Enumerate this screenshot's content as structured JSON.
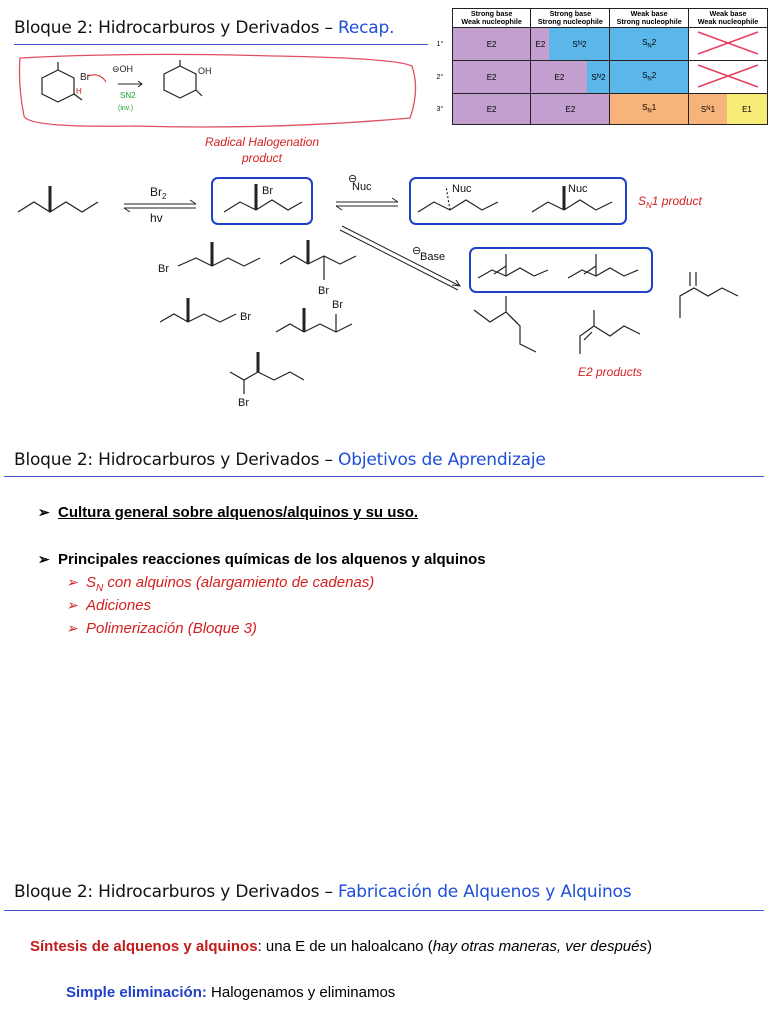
{
  "slides": [
    {
      "title_prefix": "Bloque 2: Hidrocarburos y Derivados – ",
      "title_accent": "Recap."
    },
    {
      "title_prefix": "Bloque 2: Hidrocarburos y Derivados – ",
      "title_accent": "Objetivos de Aprendizaje"
    },
    {
      "title_prefix": "Bloque 2: Hidrocarburos y Derivados – ",
      "title_accent": "Fabricación de Alquenos y Alquinos"
    }
  ],
  "table": {
    "headers": [
      "Strong base\nWeak nucleophile",
      "Strong base\nStrong nucleophile",
      "Weak base\nStrong nucleophile",
      "Weak base\nWeak nucleophile"
    ],
    "rows": [
      {
        "degree": "1°"
      },
      {
        "degree": "2°"
      },
      {
        "degree": "3°"
      }
    ],
    "labels": {
      "e2": "E2",
      "sn2": "SN2",
      "sn1": "SN1",
      "e1": "E1"
    },
    "colors": {
      "purple": "#c29fcf",
      "blue": "#5bb7ea",
      "orange": "#f8b37a",
      "yellow": "#f7ec78",
      "cross": "#e84060"
    }
  },
  "annotation": {
    "br": "Br",
    "oh_minus": "⊖OH",
    "oh": "OH",
    "h": "H",
    "sn2_note": "SN2",
    "inv_note": "(inv.)"
  },
  "labels": {
    "radical_product": "Radical Halogenation product",
    "reagent_br2": "Br2",
    "reagent_hv": "hv",
    "nuc": "Nuc",
    "base": "Base",
    "sn1_product": "SN1 product",
    "e2_products": "E2 products",
    "br": "Br"
  },
  "objectives": {
    "item1": "Cultura general sobre alquenos/alquinos y su uso.",
    "item2": "Principales reacciones químicas de los alquenos y alquinos",
    "sub1": "SN con alquinos (alargamiento de cadenas)",
    "sub2": "Adiciones",
    "sub3": "Polimerización (Bloque 3)"
  },
  "fabricacion": {
    "line1_red": "Síntesis de alquenos y alquinos",
    "line1_rest": ": una E de un haloalcano (",
    "line1_italic": "hay otras maneras, ver después",
    "line1_close": ")",
    "line2_blue": "Simple eliminación:",
    "line2_rest": " Halogenamos y eliminamos"
  }
}
